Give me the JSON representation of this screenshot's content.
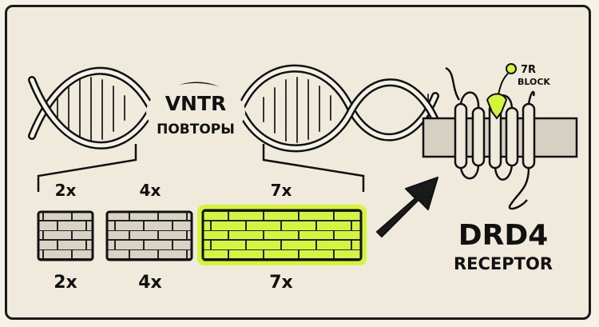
{
  "dna": {
    "title": "VNTR",
    "subtitle": "ПОВТОРЫ"
  },
  "repeats": [
    {
      "top_label": "2x",
      "bottom_label": "2x",
      "highlight": false
    },
    {
      "top_label": "4x",
      "bottom_label": "4x",
      "highlight": false
    },
    {
      "top_label": "7x",
      "bottom_label": "7x",
      "highlight": true
    }
  ],
  "receptor": {
    "title": "DRD4",
    "subtitle": "RECEPTOR",
    "callout_line1": "7R",
    "callout_line2": "BLOCK"
  },
  "colors": {
    "highlight": "#d4f53c",
    "brick": "#d9d3c6",
    "membrane": "#d6d0c2",
    "ink": "#111111"
  }
}
